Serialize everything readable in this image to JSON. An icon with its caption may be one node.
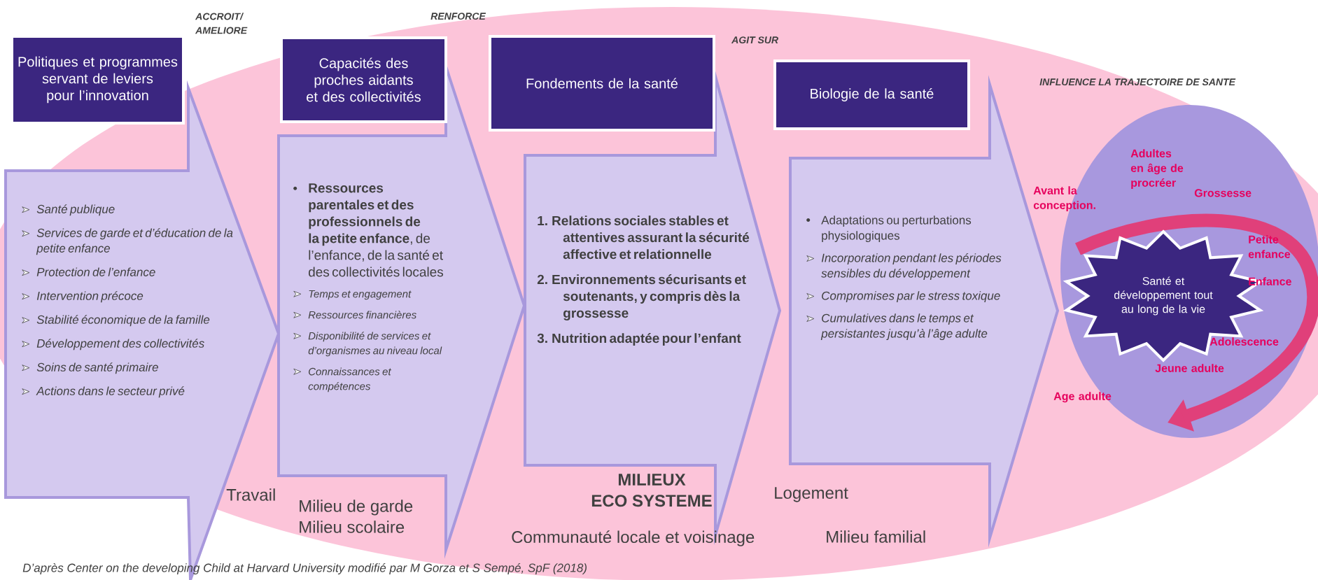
{
  "diagram": {
    "caption": "D’après Center on the developing Child at Harvard University modifié par M Gorza et S Sempé, SpF (2018)",
    "nodes": [
      {
        "text": [
          "Politiques et programmes servant de leviers pour l’innovation"
        ]
      },
      {
        "text": [
          "Santé publique",
          "Services de garde et d’éducation de la petite enfance",
          "Protection de l’enfance",
          "Intervention précoce",
          "Stabilité économique de la famille",
          "Développement des collectivités",
          "Soins de santé primaire",
          "Actions dans le secteur privé"
        ]
      },
      {
        "text": [
          "Capacités des proches aidants et des collectivités"
        ]
      },
      {
        "text": [
          "**Ressources parentales et des professionnels de la petite enfance**, de l’enfance, de la santé et des collectivités locales",
          "Temps et engagement",
          "Ressources financières",
          "Disponibilité de services et d’organismes au niveau local",
          "Connaissances et compétences"
        ]
      },
      {
        "text": [
          "Fondements de la santé"
        ]
      },
      {
        "text": [
          "1. Relations sociales stables et attentives assurant la sécurité affective et relationnelle",
          "2. Environnements sécurisants et soutenants, y compris dès la grossesse",
          "3. Nutrition adaptée pour l’enfant"
        ]
      },
      {
        "text": [
          "Biologie de la santé"
        ]
      },
      {
        "text": [
          "Adaptations ou perturbations physiologiques",
          "Incorporation pendant les périodes sensibles du développement",
          "Compromises par le stress toxique",
          "Cumulatives dans le temps et persistantes jusqu’à l’âge adulte"
        ]
      },
      {
        "text": [
          "Avant la conception.",
          "Adultes en âge de procréer",
          "Grossesse",
          "Petite enfance",
          "Enfance",
          "Adolescence",
          "Jeune adulte",
          "Age adulte"
        ]
      },
      {
        "text": [
          "Santé et développement tout au long de la vie"
        ],
        "in": 8
      }
    ],
    "labels": [
      "ACCROIT/ AMELIORE",
      "RENFORCE",
      "AGIT SUR",
      "INFLUENCE LA TRAJECTOIRE DE SANTE",
      "Travail",
      "Milieu de garde",
      "Milieu scolaire",
      "MILIEUX",
      "ECO SYSTEME",
      "Logement",
      "Communauté locale et voisinage",
      "Milieu familial"
    ]
  }
}
